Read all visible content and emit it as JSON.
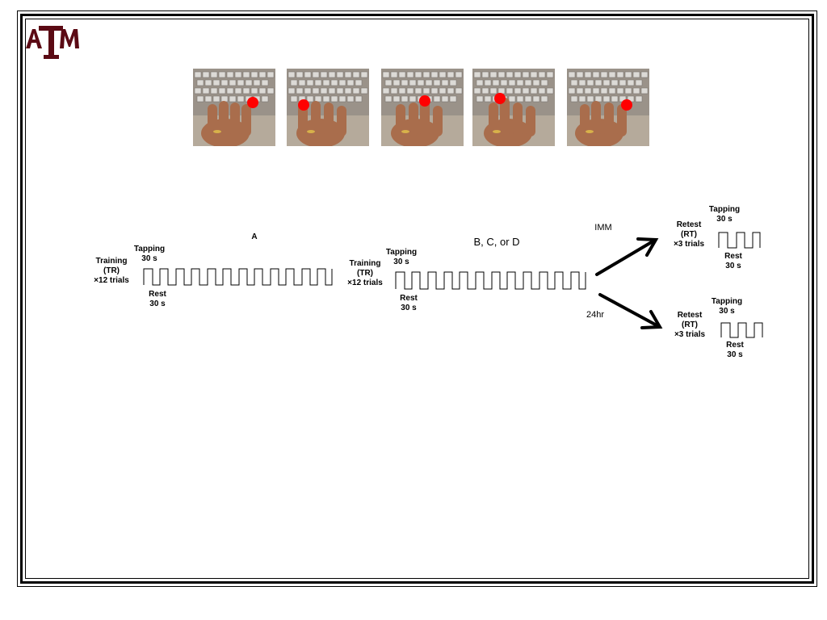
{
  "logo": {
    "text": "ATM",
    "color": "#5b0a14"
  },
  "photos": [
    {
      "marker_color": "#ff0000"
    },
    {
      "marker_color": "#ff0000"
    },
    {
      "marker_color": "#ff0000"
    },
    {
      "marker_color": "#ff0000"
    },
    {
      "marker_color": "#ff0000"
    }
  ],
  "block1": {
    "title": "A",
    "training": [
      "Training",
      "(TR)",
      "×12 trials"
    ],
    "tapping": [
      "Tapping",
      "30 s"
    ],
    "rest": [
      "Rest",
      "30 s"
    ]
  },
  "block2": {
    "title": "B, C, or D",
    "training": [
      "Training",
      "(TR)",
      "×12 trials"
    ],
    "tapping": [
      "Tapping",
      "30 s"
    ],
    "rest": [
      "Rest",
      "30 s"
    ]
  },
  "branch_imm": {
    "label": "IMM",
    "retest": [
      "Retest",
      "(RT)",
      "×3 trials"
    ],
    "tapping": [
      "Tapping",
      "30 s"
    ],
    "rest": [
      "Rest",
      "30 s"
    ]
  },
  "branch_24hr": {
    "label": "24hr",
    "retest": [
      "Retest",
      "(RT)",
      "×3 trials"
    ],
    "tapping": [
      "Tapping",
      "30 s"
    ],
    "rest": [
      "Rest",
      "30 s"
    ]
  }
}
